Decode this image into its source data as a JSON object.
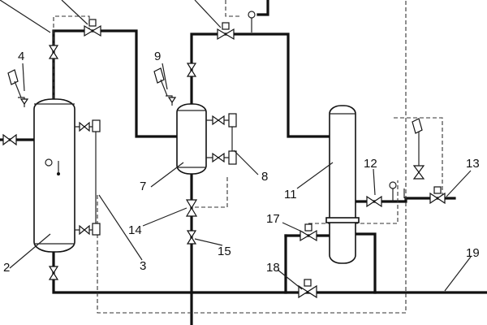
{
  "diagram": {
    "labels": {
      "l2": "2",
      "l3": "3",
      "l4": "4",
      "l7": "7",
      "l8": "8",
      "l9": "9",
      "l11": "11",
      "l12": "12",
      "l13": "13",
      "l14": "14",
      "l15": "15",
      "l17": "17",
      "l18": "18",
      "l19": "19"
    }
  }
}
